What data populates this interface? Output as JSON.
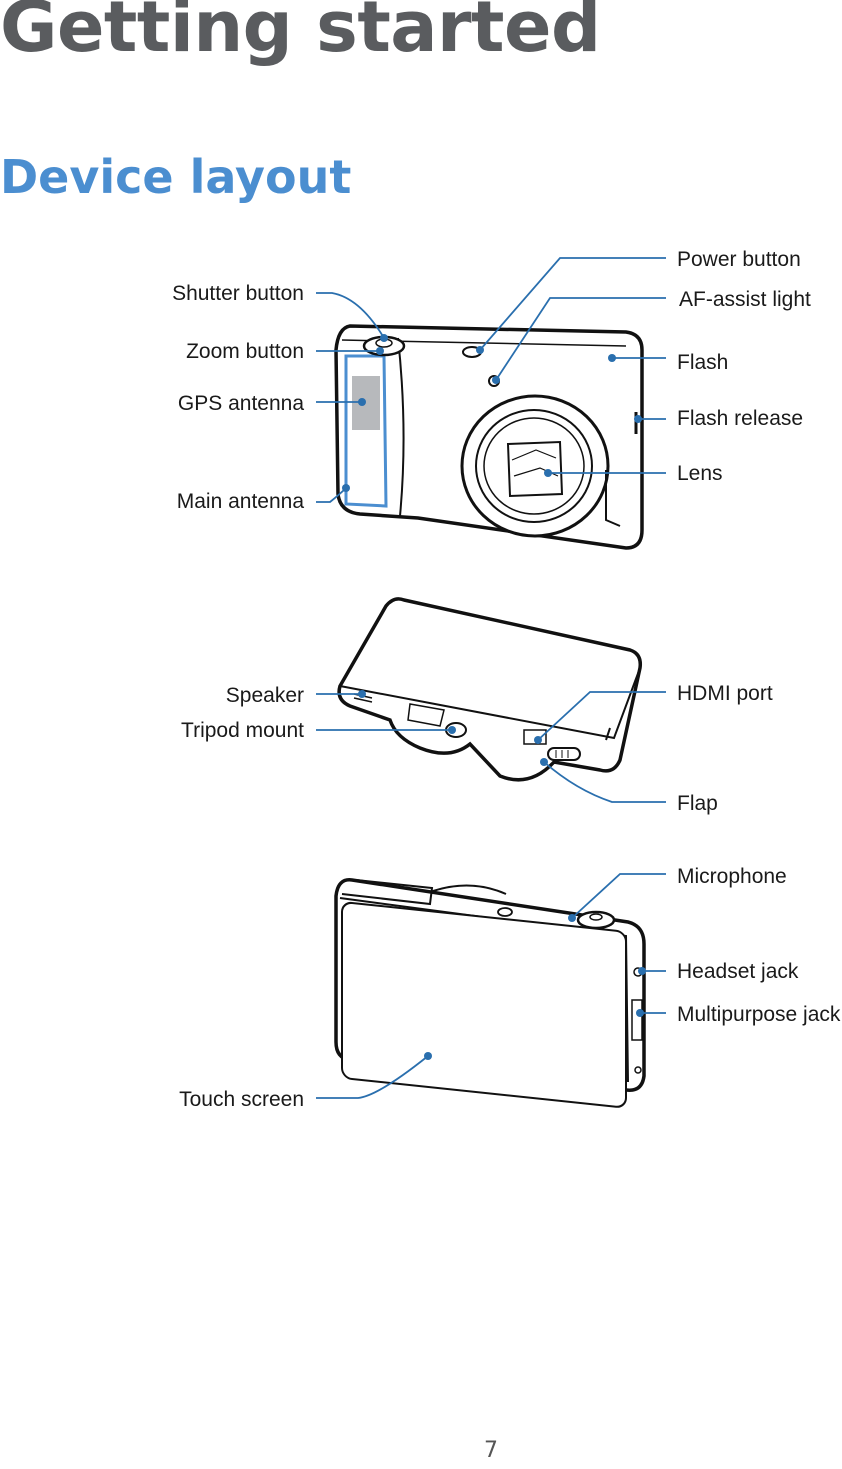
{
  "header": {
    "chapter_title": "Getting started",
    "section_title": "Device layout"
  },
  "front_view": {
    "labels": {
      "power_button": "Power button",
      "shutter_button": "Shutter button",
      "af_assist_light": "AF-assist light",
      "zoom_button": "Zoom button",
      "flash": "Flash",
      "gps_antenna": "GPS antenna",
      "flash_release": "Flash release",
      "lens": "Lens",
      "main_antenna": "Main antenna"
    }
  },
  "bottom_view": {
    "labels": {
      "speaker": "Speaker",
      "hdmi_port": "HDMI port",
      "tripod_mount": "Tripod mount",
      "flap": "Flap"
    }
  },
  "back_view": {
    "labels": {
      "microphone": "Microphone",
      "headset_jack": "Headset jack",
      "multipurpose_jack": "Multipurpose jack",
      "touch_screen": "Touch screen"
    }
  },
  "footer": {
    "page_number": "7"
  },
  "colors": {
    "title_gray": "#5a5c5f",
    "section_blue": "#4b8ed0",
    "callout_blue": "#2a6fae"
  }
}
